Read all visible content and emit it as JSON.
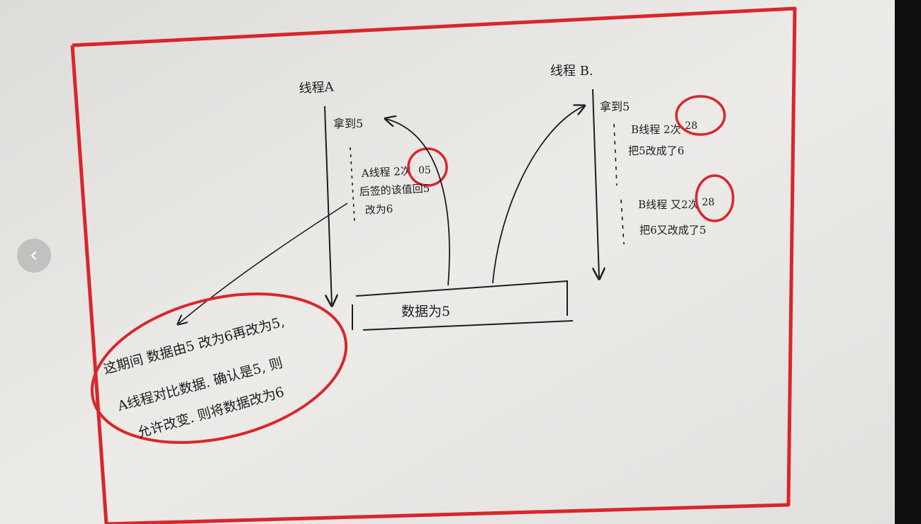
{
  "thread_a": {
    "title": "线程A",
    "read_label": "拿到5",
    "line1": "A线程 2次",
    "highlight": "05",
    "line2": "后签的该值回5",
    "line3": "改为6"
  },
  "thread_b": {
    "title": "线程 B.",
    "read_label": "拿到5",
    "step1_line1": "B线程 2次",
    "step1_highlight": "28",
    "step1_line2": "把5改成了6",
    "step2_line1": "B线程 又2次",
    "step2_highlight": "28",
    "step2_line2": "把6又改成了5"
  },
  "data_box": {
    "label": "数据为5"
  },
  "note": {
    "line1": "这期间 数据由5 改为6再改为5,",
    "line2": "A线程对比数据. 确认是5, 则",
    "line3": "允许改变. 则将数据改为6"
  },
  "colors": {
    "ink": "#1d1d1f",
    "marker": "#d9262c",
    "paper": "#e9e7e4"
  },
  "icons": {
    "prev": "chevron-left-icon"
  }
}
